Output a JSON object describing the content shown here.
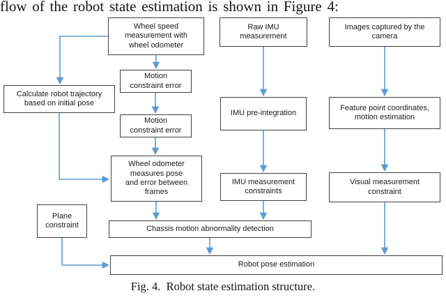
{
  "header": {
    "paragraph_text": "flow of the robot state estimation is shown in Figure 4:"
  },
  "figure": {
    "caption": "Fig. 4.  Robot state estimation structure."
  },
  "colors": {
    "arrow": "#5B9BD5",
    "box_border": "#3F3F3F",
    "text": "#1A1A1A"
  },
  "nodes": {
    "wheel_speed": {
      "label": "Wheel speed measurement with wheel odometer"
    },
    "raw_imu": {
      "label": "Raw IMU measurement"
    },
    "images_camera": {
      "label": "Images captured by the camera"
    },
    "calc_trajectory": {
      "label": "Calculate robot trajectory based on initial pose"
    },
    "motion_error_1": {
      "label": "Motion constraint error"
    },
    "motion_error_2": {
      "label": "Motion constraint error"
    },
    "imu_preintegration": {
      "label": "IMU pre-integration"
    },
    "feature_points": {
      "label": "Feature point coordinates, motion estimation"
    },
    "wheel_odometer": {
      "label": "Wheel odometer measures pose and error between frames"
    },
    "imu_constraints": {
      "label": "IMU measurement constraints"
    },
    "visual_constraint": {
      "label": "Visual measurement constraint"
    },
    "plane_constraint": {
      "label": "Plane constraint"
    },
    "chassis_detection": {
      "label": "Chassis motion abnormality detection"
    },
    "robot_pose": {
      "label": "Robot pose estimation"
    }
  },
  "edges": [
    {
      "from": "wheel_speed",
      "to": "calc_trajectory"
    },
    {
      "from": "wheel_speed",
      "to": "motion_error_1"
    },
    {
      "from": "motion_error_1",
      "to": "motion_error_2"
    },
    {
      "from": "motion_error_2",
      "to": "wheel_odometer"
    },
    {
      "from": "calc_trajectory",
      "to": "wheel_odometer"
    },
    {
      "from": "wheel_odometer",
      "to": "chassis_detection"
    },
    {
      "from": "raw_imu",
      "to": "imu_preintegration"
    },
    {
      "from": "imu_preintegration",
      "to": "imu_constraints"
    },
    {
      "from": "imu_constraints",
      "to": "chassis_detection"
    },
    {
      "from": "images_camera",
      "to": "feature_points"
    },
    {
      "from": "feature_points",
      "to": "visual_constraint"
    },
    {
      "from": "visual_constraint",
      "to": "robot_pose"
    },
    {
      "from": "chassis_detection",
      "to": "robot_pose"
    },
    {
      "from": "plane_constraint",
      "to": "robot_pose"
    }
  ]
}
